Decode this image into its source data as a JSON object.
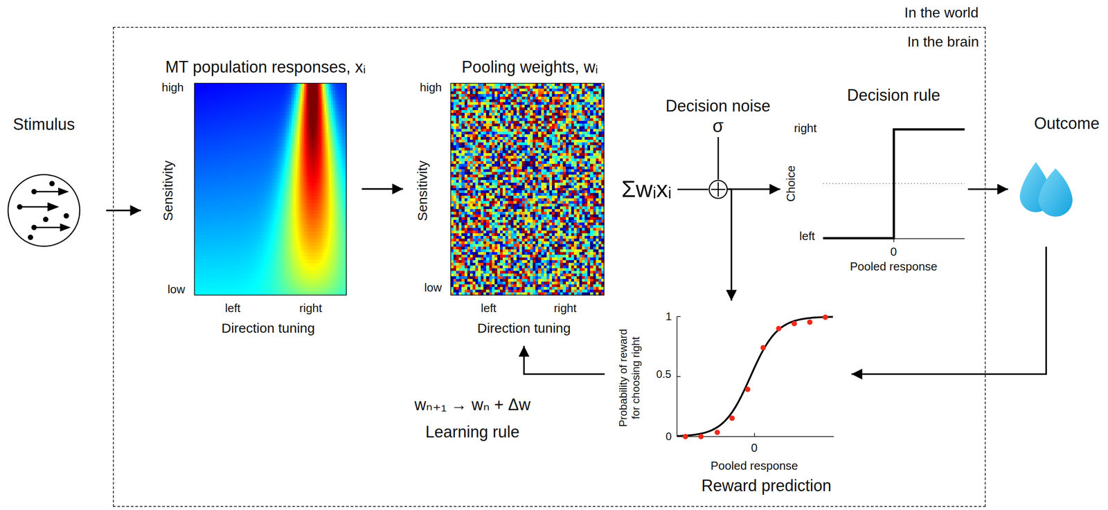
{
  "diagram": {
    "nodes": [
      {
        "text": [
          "In the brain"
        ]
      },
      {
        "text": [
          "Stimulus"
        ]
      },
      {
        "text": [
          "MT population responses, xᵢ",
          "high",
          "Sensitivity",
          "low",
          "left",
          "right",
          "Direction tuning"
        ],
        "in": 0
      },
      {
        "text": [
          "Pooling weights, wᵢ",
          "high",
          "Sensitivity",
          "low",
          "left",
          "right",
          "Direction tuning"
        ],
        "in": 0
      },
      {
        "text": [
          "Decision noise",
          "σ"
        ],
        "in": 0
      },
      {
        "text": [
          "Decision rule",
          "right",
          "Choice",
          "left",
          "0",
          "Pooled response"
        ],
        "in": 0
      },
      {
        "text": [
          "Outcome"
        ]
      },
      {
        "text": [
          "Reward prediction",
          "Probability of reward for choosing right",
          "1",
          "0.5",
          "0",
          "0",
          "Pooled response"
        ],
        "in": 0
      },
      {
        "text": [
          "wₙ₊₁ → wₙ + Δw",
          "Learning rule"
        ],
        "in": 0
      }
    ],
    "edges": [
      {
        "from": 1,
        "to": 2,
        "arrow": "to"
      },
      {
        "from": 2,
        "to": 3,
        "arrow": "to"
      },
      {
        "from": 4,
        "to": 5,
        "arrow": "to"
      },
      {
        "from": 5,
        "to": 6,
        "arrow": "to"
      },
      {
        "from": 6,
        "to": 7,
        "arrow": "to"
      },
      {
        "from": 4,
        "to": 7,
        "arrow": "to"
      },
      {
        "from": 7,
        "to": 3,
        "arrow": "to"
      }
    ],
    "labels": [
      "In the world",
      "Σwᵢxᵢ"
    ]
  }
}
